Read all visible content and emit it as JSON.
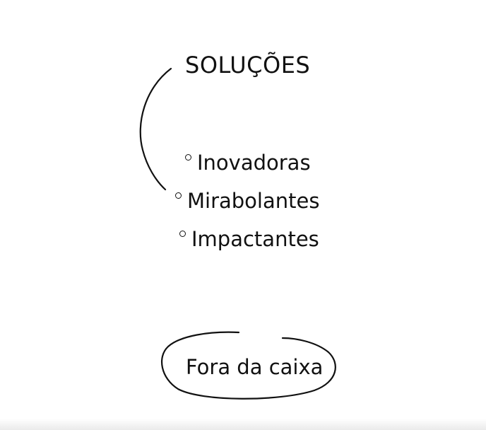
{
  "heading": "SOLUÇÕES",
  "list": {
    "items": [
      {
        "label": "Inovadoras",
        "bullet_icon": "circle-bullet-icon"
      },
      {
        "label": "Mirabolantes",
        "bullet_icon": "circle-bullet-icon"
      },
      {
        "label": "Impactantes",
        "bullet_icon": "circle-bullet-icon"
      }
    ]
  },
  "tagline": "Fora da caixa",
  "colors": {
    "background": "#ffffff",
    "ink": "#111111"
  },
  "decorations": {
    "bracket": "hand-drawn-arc",
    "tagline_outline": "hand-drawn-ellipse"
  }
}
